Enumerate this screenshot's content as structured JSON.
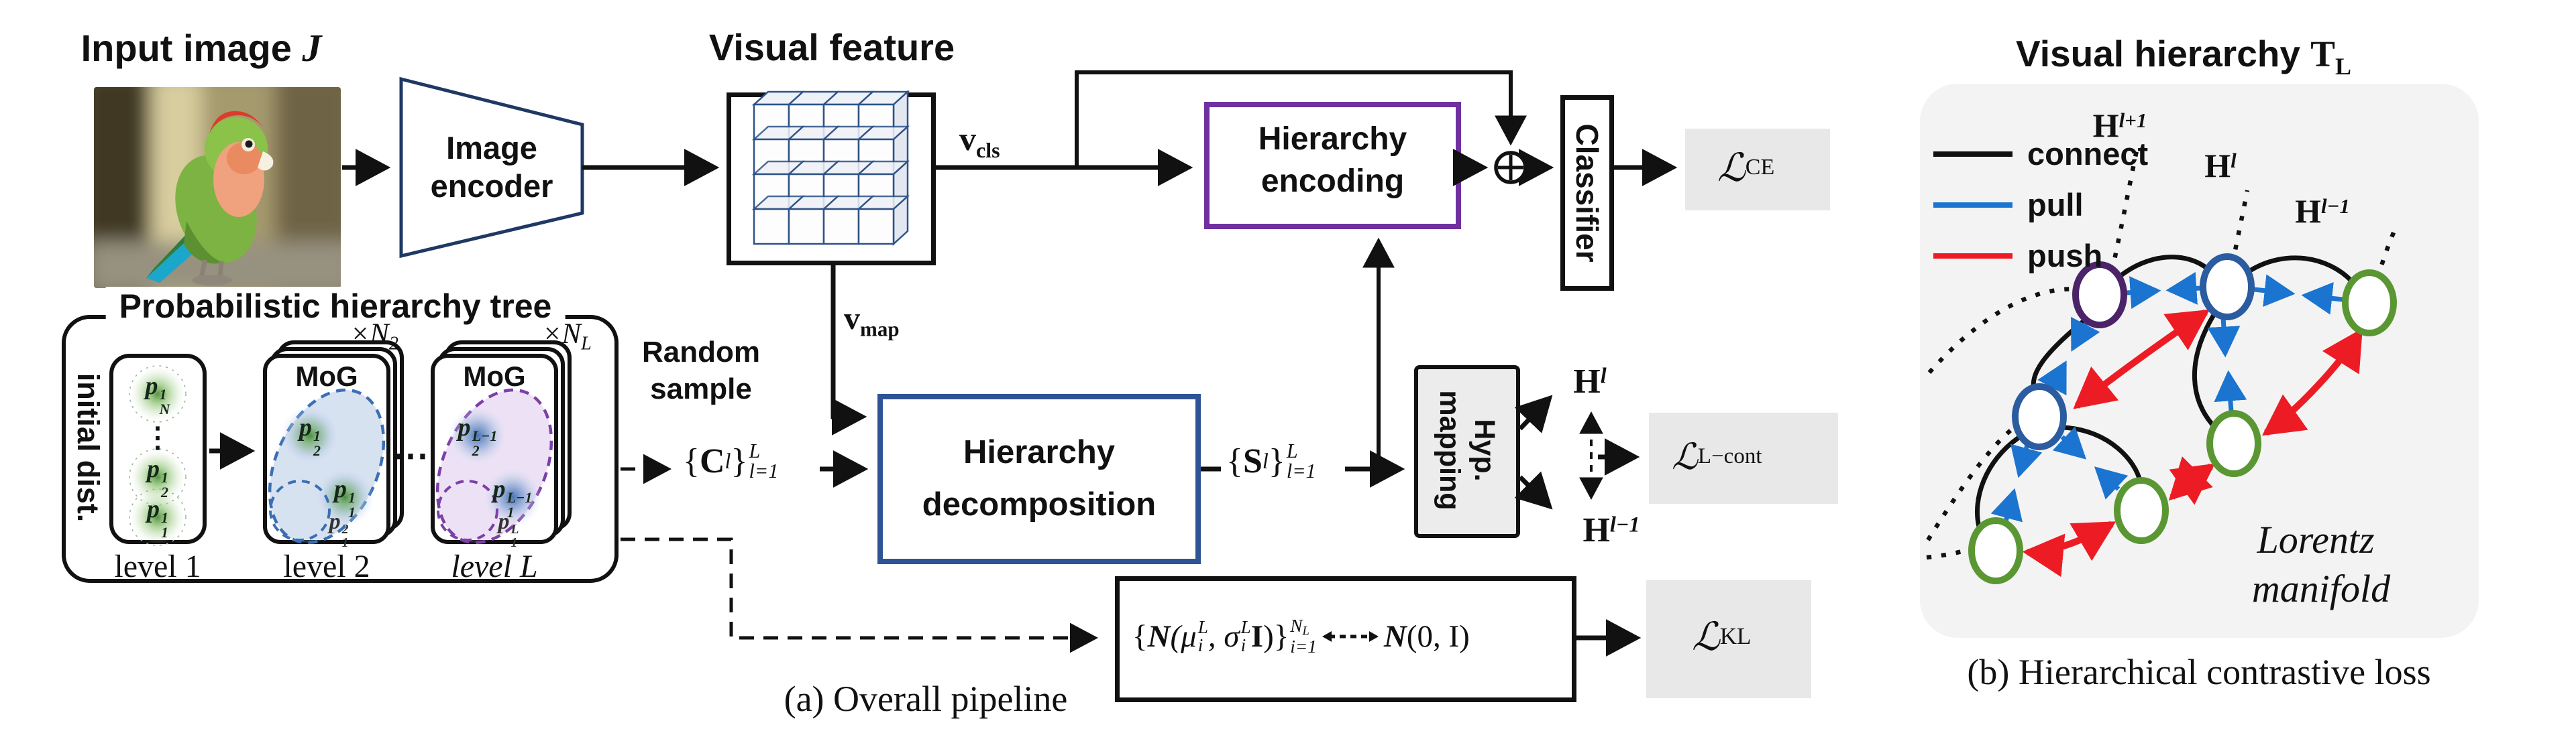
{
  "a": {
    "caption": "(a) Overall pipeline",
    "input_label": "Input image",
    "input_symbol": "J",
    "encoder": {
      "l1": "Image",
      "l2": "encoder"
    },
    "vf_label": "Visual feature",
    "vcls": {
      "b": "v",
      "s": "cls"
    },
    "vmap": {
      "b": "v",
      "s": "map"
    },
    "he": {
      "l1": "Hierarchy",
      "l2": "encoding"
    },
    "sum_symbol": "⊕",
    "classifier": "Classifier",
    "lce": {
      "b": "ℒ",
      "s": "CE"
    },
    "tree": {
      "title": "Probabilistic hierarchy tree",
      "initial_dist": "initial dist.",
      "mog": "MoG",
      "mult2": {
        "b": "×N",
        "s": "2"
      },
      "multL": {
        "b": "×N",
        "s": "L"
      },
      "dots_h": "⋯",
      "dots_v": "⋮",
      "levels": {
        "l1": "level 1",
        "l2": "level 2",
        "lL": "level L"
      },
      "p": {
        "sym": "p",
        "l1a": {
          "sup": "1",
          "sub": "N"
        },
        "l1b": {
          "sup": "1",
          "sub": "2"
        },
        "l1c": {
          "sup": "1",
          "sub": "1"
        },
        "l2a": {
          "sup": "1",
          "sub": "2"
        },
        "l2b": {
          "sup": "1",
          "sub": "1"
        },
        "l2c": {
          "sup": "2",
          "sub": "1"
        },
        "lLa": {
          "sup": "L−1",
          "sub": "2"
        },
        "lLb": {
          "sup": "L−1",
          "sub": "1"
        },
        "lLc": {
          "sup": "L",
          "sub": "1"
        }
      }
    },
    "random": {
      "l1": "Random",
      "l2": "sample"
    },
    "cset": {
      "lb": "{",
      "sym": "C",
      "sup": "l",
      "rb": "}",
      "top": "L",
      "bot": "l=1"
    },
    "hd": {
      "l1": "Hierarchy",
      "l2": "decomposition"
    },
    "sset": {
      "lb": "{",
      "sym": "S",
      "sup": "l",
      "rb": "}",
      "top": "L",
      "bot": "l=1"
    },
    "hyp": {
      "l1": "Hyp.",
      "l2": "mapping"
    },
    "hl": {
      "sym": "H",
      "sup": "l"
    },
    "hlm1": {
      "sym": "H",
      "sup": "l−1"
    },
    "lcont": {
      "b": "ℒ",
      "s": "L−cont"
    },
    "kl": {
      "t1": "{",
      "n1": "N",
      "t2": "(μ",
      "s1_sup": "L",
      "s1_sub": "i",
      "t3": ", σ",
      "s2_sup": "L",
      "s2_sub": "i",
      "t4": "I",
      "t5": ")}",
      "set_sup": "N",
      "set_sup_sub": "L",
      "set_sub": "i=1",
      "n2": "N",
      "t6": "(0, I)"
    },
    "lkl": {
      "b": "ℒ",
      "s": "KL"
    }
  },
  "b": {
    "title": {
      "t": "Visual hierarchy ",
      "sym": "T",
      "sub": "L"
    },
    "legend": [
      {
        "label": "connect",
        "color": "#111111"
      },
      {
        "label": "pull",
        "color": "#1b74cf"
      },
      {
        "label": "push",
        "color": "#ed1c24"
      }
    ],
    "h_lp1": {
      "sym": "H",
      "sup": "l+1"
    },
    "h_l": {
      "sym": "H",
      "sup": "l"
    },
    "h_lm1": {
      "sym": "H",
      "sup": "l−1"
    },
    "manifold": {
      "l1": "Lorentz",
      "l2": "manifold"
    },
    "caption": "(b) Hierarchical contrastive loss"
  },
  "colors": {
    "pull_blue": "#1b74cf",
    "push_red": "#ed1c24",
    "encoding_purple": "#7030a0",
    "decomposition_blue": "#2f5496",
    "node_purple": "#4b2368",
    "node_blue": "#2a5c9f",
    "node_green": "#5a9733",
    "loss_bg": "#e8e8e8",
    "panel_bg": "#f3f3f3"
  }
}
